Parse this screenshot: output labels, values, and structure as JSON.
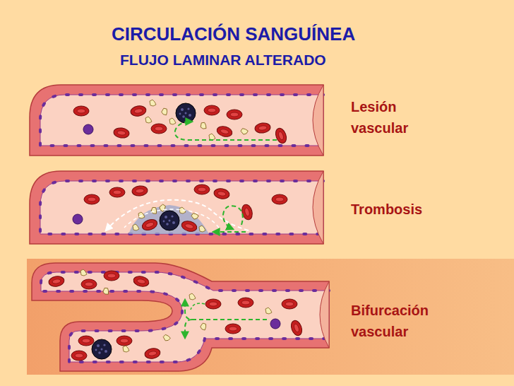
{
  "diagram": {
    "title": "CIRCULACIÓN SANGUÍNEA",
    "labels": [
      "FLUJO LAMINAR ALTERADO",
      "Lesión vascular",
      "Trombosis",
      "Bifurcación vascular"
    ]
  }
}
